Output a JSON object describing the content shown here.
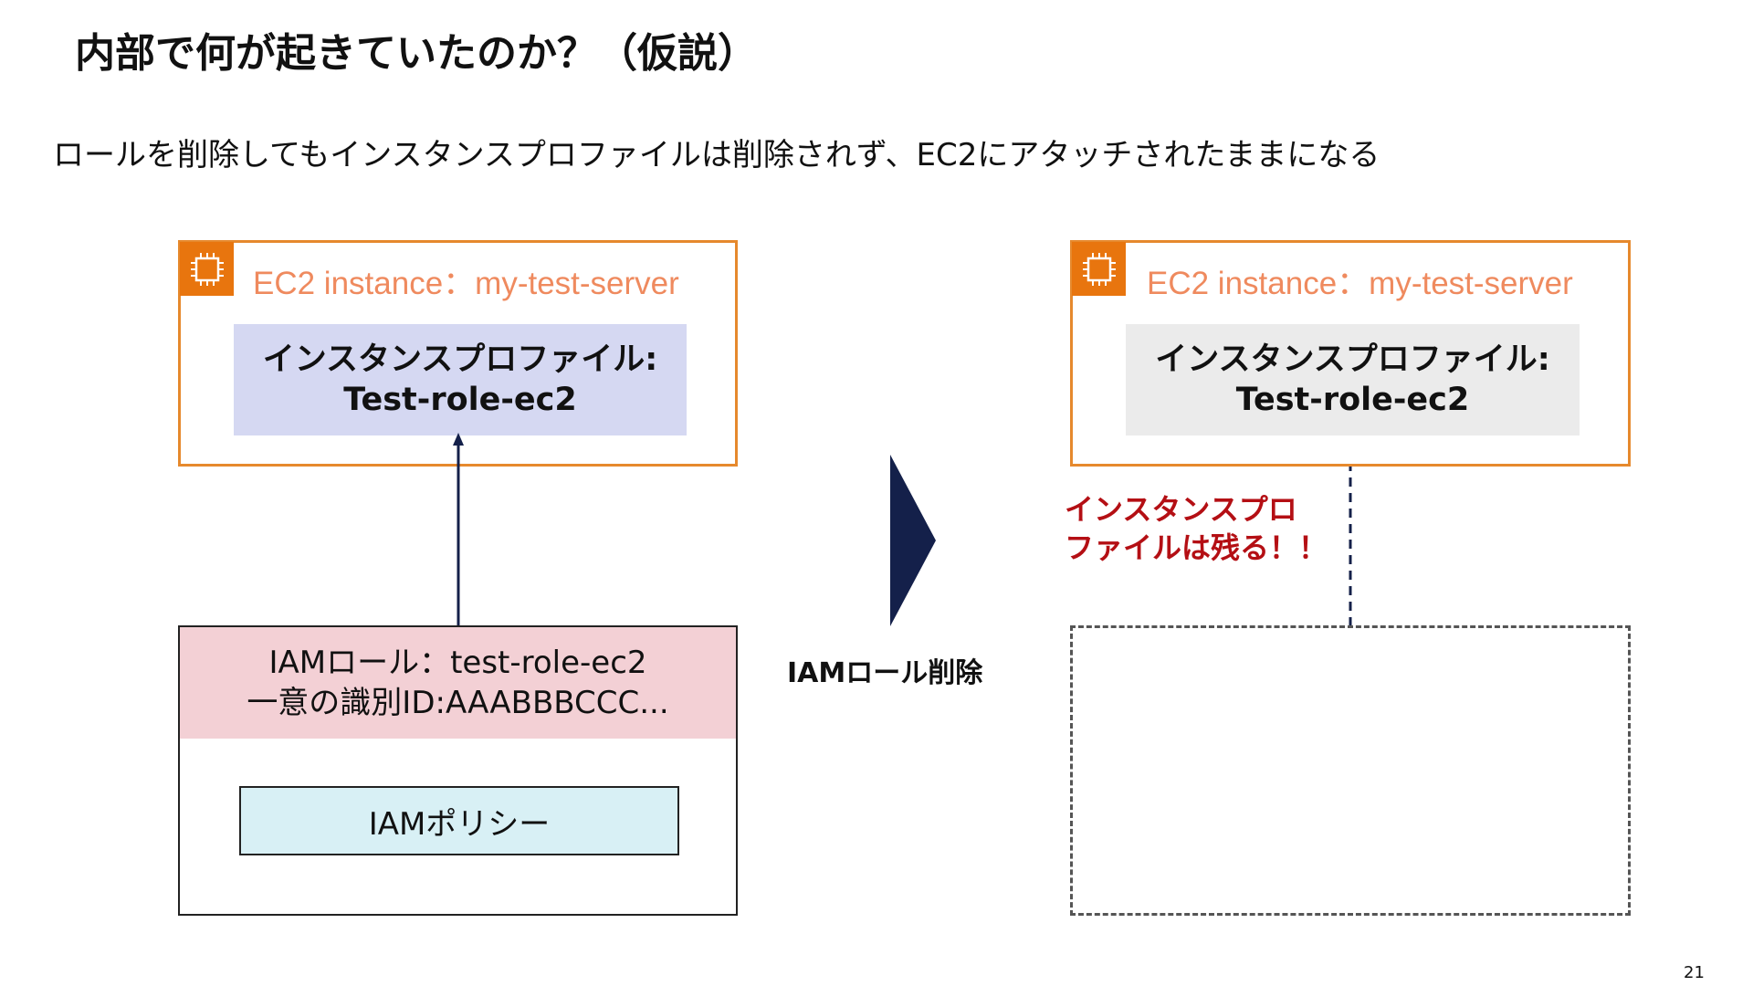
{
  "slide": {
    "title": "内部で何が起きていたのか？（仮説）",
    "subtitle": "ロールを削除してもインスタンスプロファイルは削除されず、EC2にアタッチされたままになる",
    "page_number": "21"
  },
  "before": {
    "ec2_label": "EC2 instance：my-test-server",
    "profile_line1": "インスタンスプロファイル:",
    "profile_line2": "Test-role-ec2",
    "role_line1": "IAMロール：test-role-ec2",
    "role_line2": "一意の識別ID:AAABBBCCC...",
    "policy_label": "IAMポリシー"
  },
  "transition": {
    "label": "IAMロール削除"
  },
  "after": {
    "ec2_label": "EC2 instance：my-test-server",
    "profile_line1": "インスタンスプロファイル:",
    "profile_line2": "Test-role-ec2",
    "remain_line1": "インスタンスプロ",
    "remain_line2": "ファイルは残る！！"
  },
  "colors": {
    "ec2_border": "#e6892d",
    "ec2_chip": "#e8750e",
    "profile_before_bg": "#d5d8f2",
    "profile_after_bg": "#ebebeb",
    "role_header_bg": "#f3d0d5",
    "policy_bg": "#d8f0f5",
    "arrow": "#14204a",
    "warning_text": "#b40f14"
  }
}
